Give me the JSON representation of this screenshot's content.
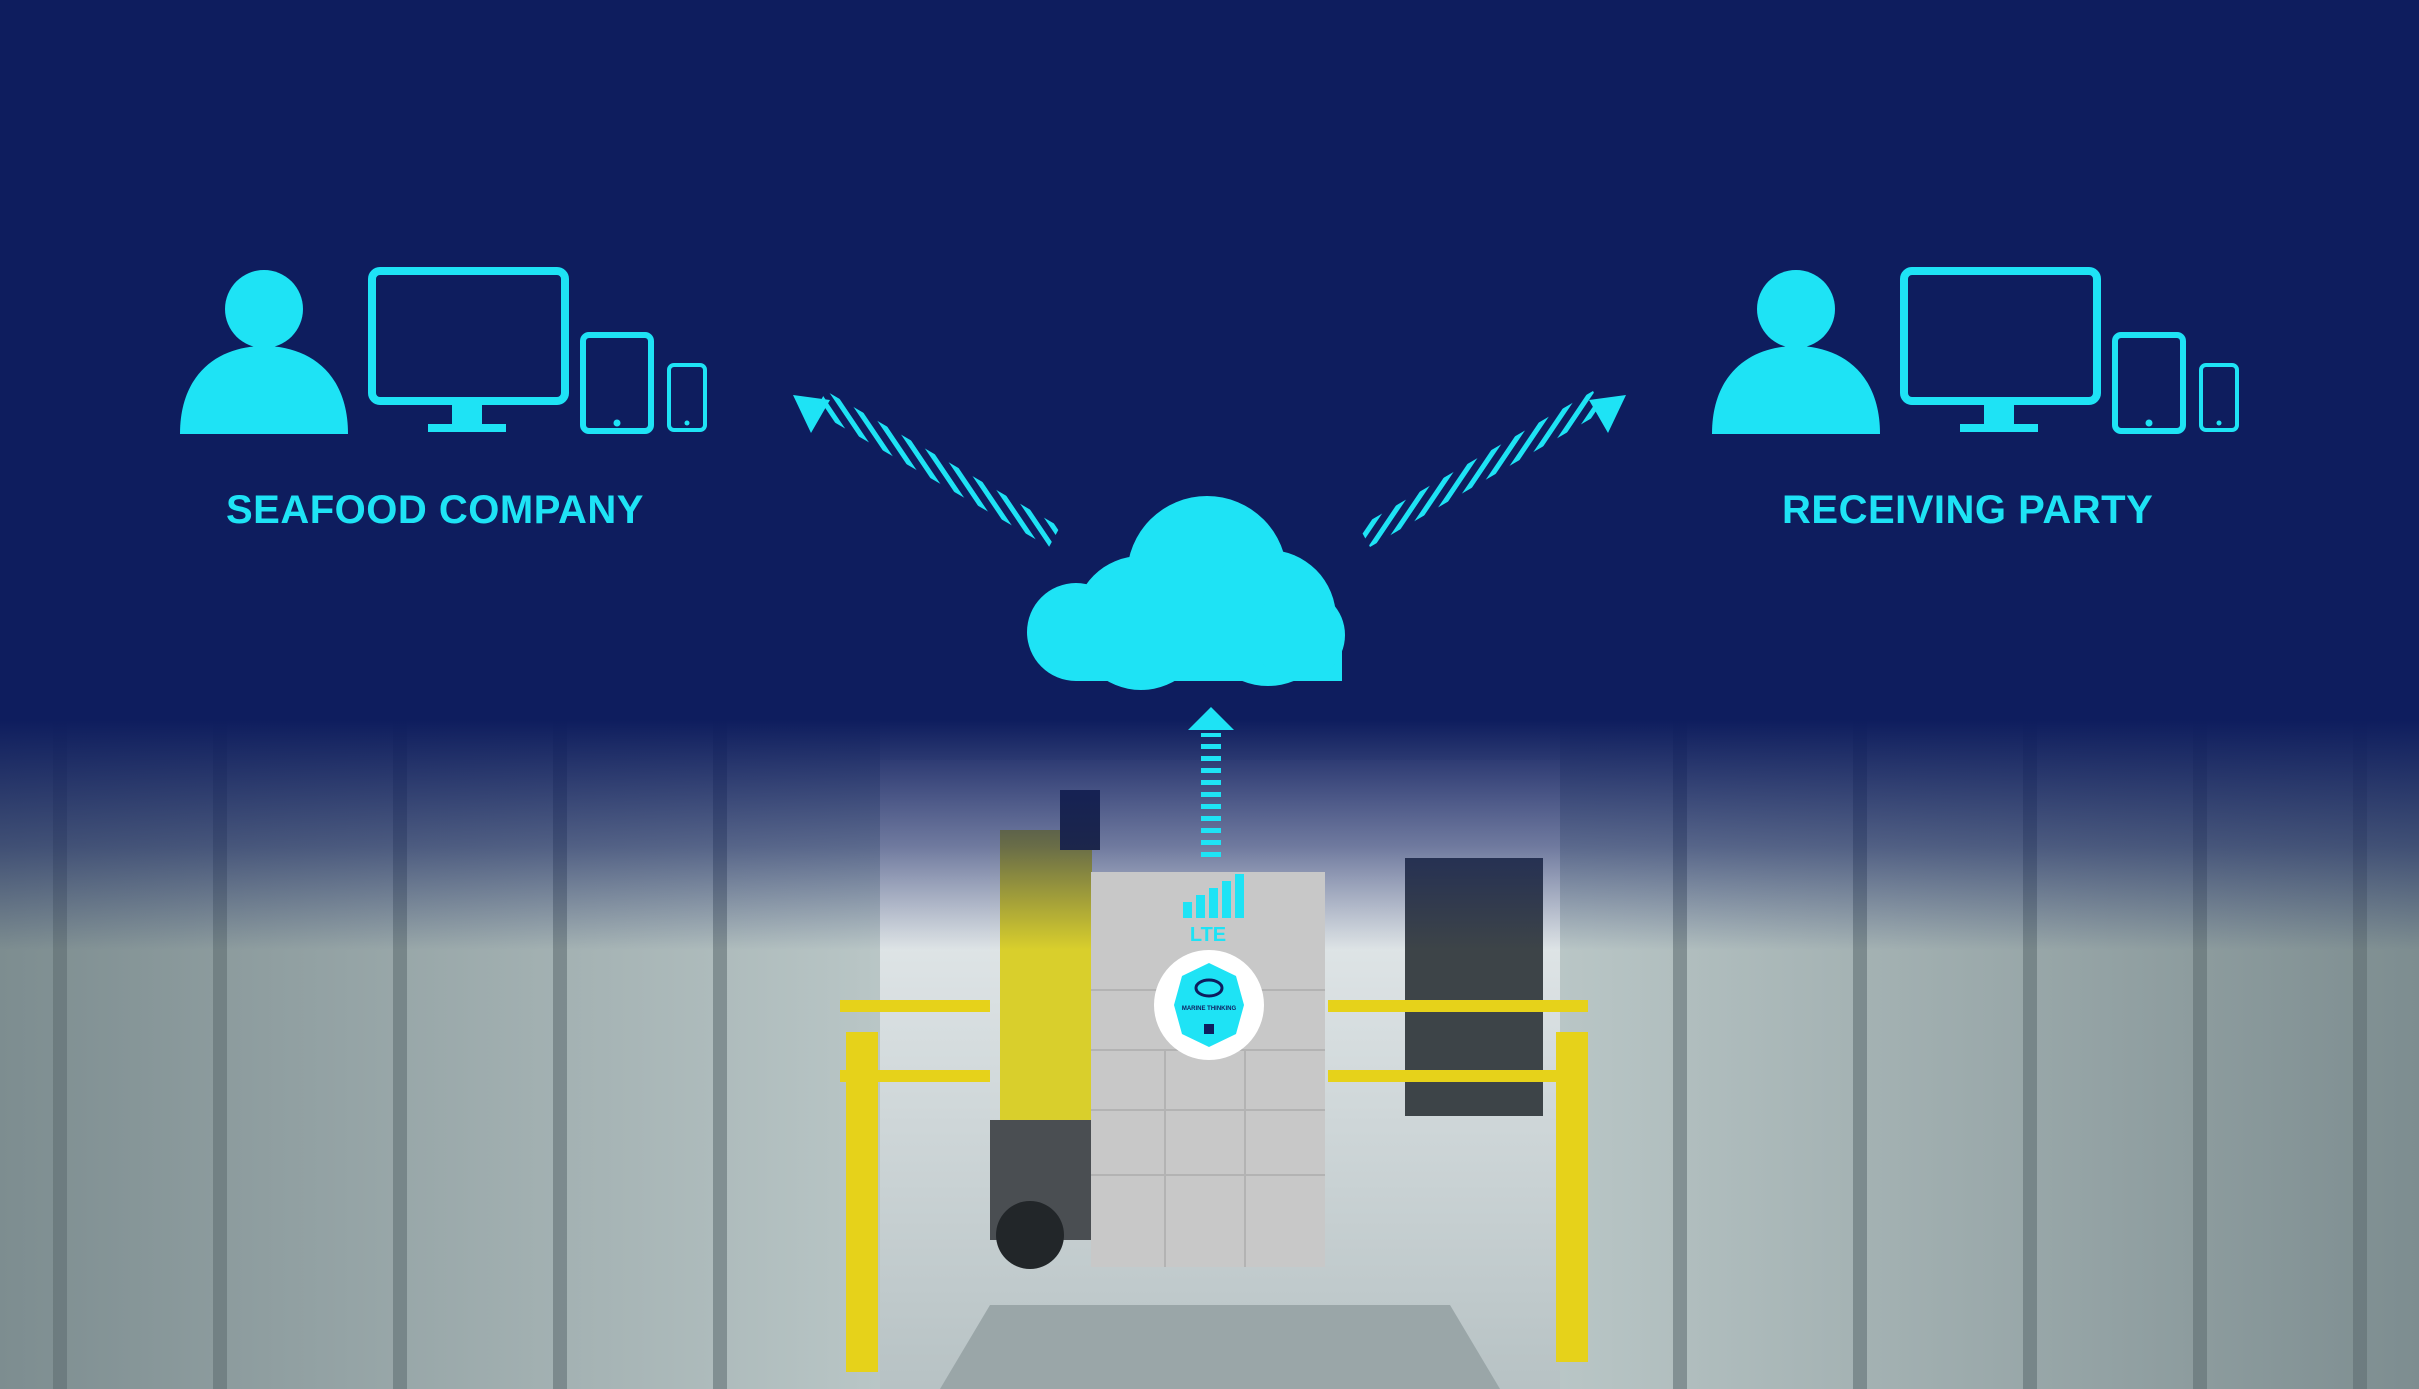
{
  "parties": {
    "left": {
      "label": "SEAFOOD COMPANY",
      "icons": [
        "user-icon",
        "desktop-monitor-icon",
        "tablet-icon",
        "smartphone-icon"
      ]
    },
    "right": {
      "label": "RECEIVING PARTY",
      "icons": [
        "user-icon",
        "desktop-monitor-icon",
        "tablet-icon",
        "smartphone-icon"
      ]
    }
  },
  "hub": {
    "icon": "cloud-icon"
  },
  "device": {
    "network_label": "LTE",
    "badge_text": "MARINE THINKING",
    "icon": "signal-bars-icon"
  },
  "scene": {
    "background": "warehouse-forklift-photo"
  },
  "colors": {
    "accent": "#1ee3f5",
    "background": "#0e1d5e",
    "pallet": "#c8c8c8",
    "safety_yellow": "#e6d21a"
  }
}
